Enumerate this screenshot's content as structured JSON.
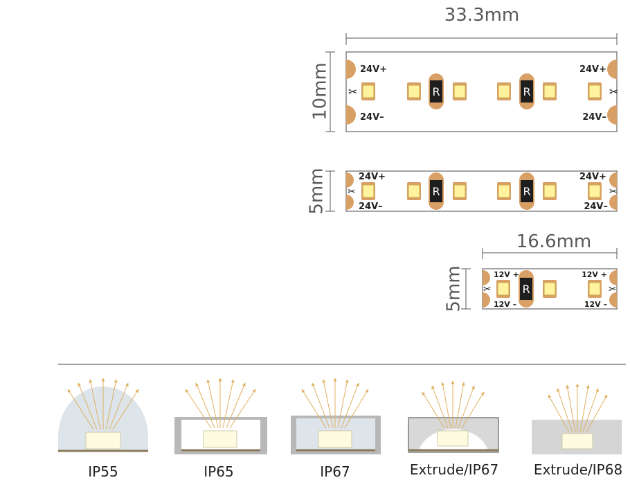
{
  "dimensions": {
    "strip_a_length": "33.3mm",
    "strip_a_width": "10mm",
    "strip_b_width": "5mm",
    "strip_c_length": "16.6mm",
    "strip_c_width": "5mm"
  },
  "strips": {
    "a": {
      "pos_left": "24V+",
      "neg_left": "24V–",
      "pos_right": "24V+",
      "neg_right": "24V–",
      "resistor": "R"
    },
    "b": {
      "pos_left": "24V+",
      "neg_left": "24V–",
      "pos_right": "24V+",
      "neg_right": "24V–",
      "resistor": "R"
    },
    "c": {
      "pos_left": "12V +",
      "neg_left": "12V –",
      "pos_right": "12V +",
      "neg_right": "12V –",
      "resistor": "R"
    }
  },
  "ip_ratings": {
    "items": [
      {
        "label": "IP55"
      },
      {
        "label": "IP65"
      },
      {
        "label": "IP67"
      },
      {
        "label": "Extrude/IP67"
      },
      {
        "label": "Extrude/IP68"
      }
    ]
  },
  "colors": {
    "pad": "#d9a066",
    "led_yellow": "#fff3a0",
    "led_border": "#c9a64a",
    "resistor_body": "#1e1e1e",
    "resistor_pad": "#c9c9c9",
    "dimension_line": "#555555",
    "ray": "#e0b060",
    "silicone_blue": "#dde4ea",
    "housing_gray": "#b8b8b8",
    "strip_base": "#8a7a5a"
  }
}
